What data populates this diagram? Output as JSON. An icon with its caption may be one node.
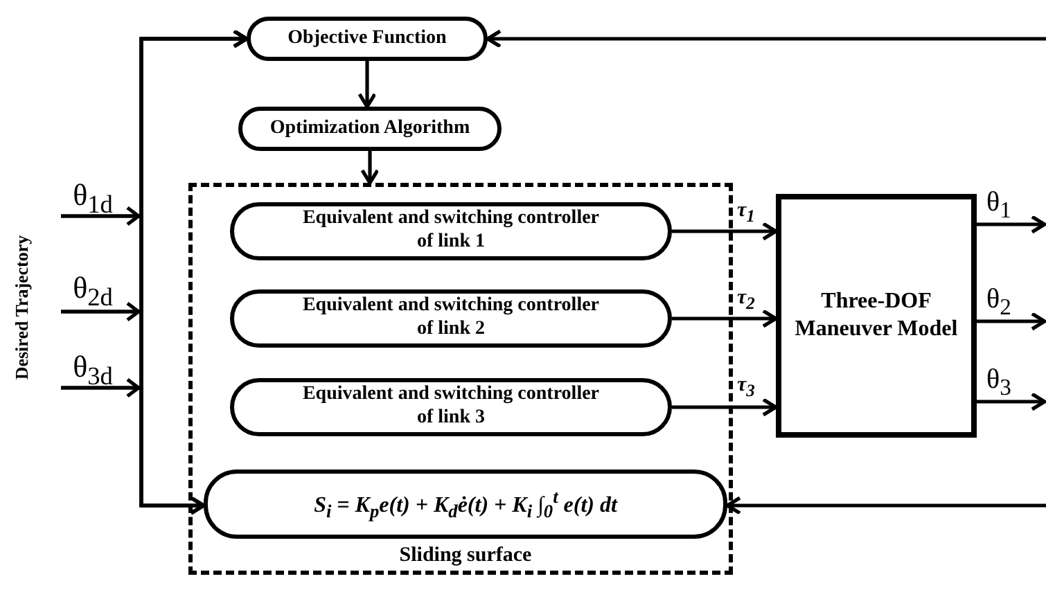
{
  "diagram": {
    "nodes": [
      {
        "text": [
          "Objective Function"
        ]
      },
      {
        "text": [
          "Optimization Algorithm"
        ]
      },
      {
        "text": [],
        "shape": "box"
      },
      {
        "text": [
          "Equivalent and switching controller of link 1"
        ],
        "in": 2
      },
      {
        "text": [
          "Equivalent and switching controller of link 2"
        ],
        "in": 2
      },
      {
        "text": [
          "Equivalent and switching controller of link 3"
        ],
        "in": 2
      },
      {
        "text": [
          "S$_{i}$ = K$_{p}$e(t) + K$_{d}$ė(t) + K$_{i}$ ∫$_{0}$$^{t}$ e(t) dt"
        ],
        "in": 2,
        "beside": [
          "Sliding surface"
        ]
      },
      {
        "text": [
          "Three-DOF Maneuver Model"
        ]
      },
      {
        "text": [
          "θ$_{1d}$"
        ]
      },
      {
        "text": [
          "θ$_{2d}$"
        ]
      },
      {
        "text": [
          "θ$_{3d}$"
        ]
      }
    ],
    "edges": [
      {
        "from": 8,
        "to": 0,
        "arrow": "to"
      },
      {
        "from": 8,
        "to": 6,
        "arrow": "to"
      },
      {
        "from": 9,
        "to": 0,
        "arrow": "to"
      },
      {
        "from": 9,
        "to": 6,
        "arrow": "to"
      },
      {
        "from": 10,
        "to": 0,
        "arrow": "to"
      },
      {
        "from": 10,
        "to": 6,
        "arrow": "to"
      },
      {
        "from": 0,
        "to": 1,
        "arrow": "to"
      },
      {
        "from": 1,
        "to": 2,
        "arrow": "to"
      },
      {
        "from": 3,
        "to": 7,
        "arrow": "to",
        "label": "τ$_{1}$"
      },
      {
        "from": 4,
        "to": 7,
        "arrow": "to",
        "label": "τ$_{2}$"
      },
      {
        "from": 5,
        "to": 7,
        "arrow": "to",
        "label": "τ$_{3}$"
      },
      {
        "from": 7,
        "to": null,
        "arrow": "to",
        "label": "θ$_{1}$"
      },
      {
        "from": 7,
        "to": null,
        "arrow": "to",
        "label": "θ$_{2}$"
      },
      {
        "from": 7,
        "to": null,
        "arrow": "to",
        "label": "θ$_{3}$"
      },
      {
        "from": null,
        "to": 0,
        "arrow": "to"
      },
      {
        "from": null,
        "to": 6,
        "arrow": "to"
      }
    ],
    "labels": [
      "Desired Trajectory"
    ]
  }
}
